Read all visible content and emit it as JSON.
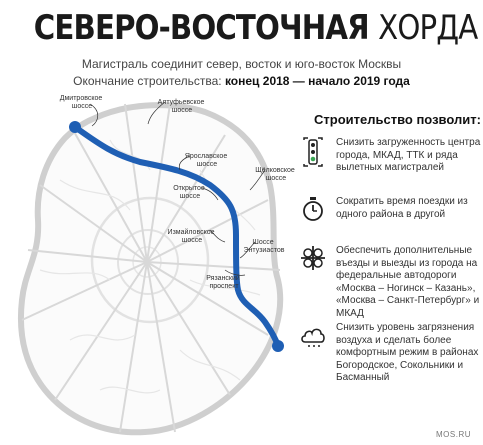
{
  "header": {
    "title_bold": "СЕВЕРО-ВОСТОЧНАЯ",
    "title_light": "ХОРДА",
    "subtitle": "Магистраль соединит север, восток и юго-восток Москвы",
    "completion_prefix": "Окончание строительства:",
    "completion_value": "конец 2018 — начало 2019 года"
  },
  "map": {
    "labels": {
      "dmitrovskoe": [
        "Дмитровское",
        "шоссе"
      ],
      "altufievskoe": [
        "Алтуфьевское",
        "шоссе"
      ],
      "yaroslavskoe": [
        "Ярославское",
        "шоссе"
      ],
      "schelkovskoe": [
        "Щёлковское",
        "шоссе"
      ],
      "otkrytoe": [
        "Открытое",
        "шоссе"
      ],
      "izmailovskoe": [
        "Измайловское",
        "шоссе"
      ],
      "entuziastov": [
        "Шоссе",
        "Энтузиастов"
      ],
      "ryazanskiy": [
        "Рязанский",
        "проспект"
      ]
    },
    "route_color": "#1f5fb4"
  },
  "benefits": {
    "heading": "Строительство позволит:",
    "items": [
      {
        "icon": "traffic-light-icon",
        "text": "Снизить загруженность центра города, МКАД, ТТК и ряда вылетных магистралей"
      },
      {
        "icon": "stopwatch-icon",
        "text": "Сократить время поездки из одного района в другой"
      },
      {
        "icon": "road-junction-icon",
        "text": "Обеспечить дополнительные въезды и выезды из города на федеральные автодороги «Москва – Ногинск – Казань», «Москва – Санкт-Петербург» и МКАД"
      },
      {
        "icon": "cloud-icon",
        "text": "Снизить уровень загрязнения воздуха и сделать более комфортным режим в районах Богородское, Сокольники и Басманный"
      }
    ]
  },
  "footer": {
    "source": "MOS.RU"
  }
}
